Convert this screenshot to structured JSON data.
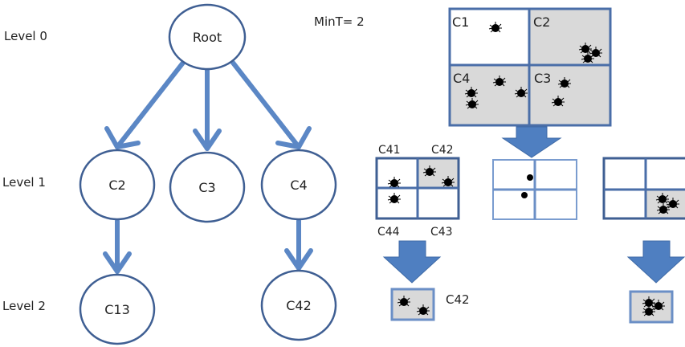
{
  "levels": {
    "level0": "Level 0",
    "level1": "Level 1",
    "level2": "Level 2"
  },
  "threshold": "MinT= 2",
  "tree": {
    "root": "Root",
    "c2": "C2",
    "c3": "C3",
    "c4": "C4",
    "c13": "C13",
    "c42": "C42"
  },
  "quadtree": {
    "top": {
      "c1": "C1",
      "c2": "C2",
      "c3": "C3",
      "c4": "C4"
    },
    "sub": {
      "c41": "C41",
      "c42": "C42",
      "c43": "C43",
      "c44": "C44"
    },
    "result_label": "C42"
  },
  "colors": {
    "tree_blue": "#5b87c5",
    "node_stroke": "#3f5f93",
    "grid_stroke": "#4a6ea8",
    "shaded_cell": "#d9d9d9",
    "arrow_fill": "#4f7fc1"
  }
}
